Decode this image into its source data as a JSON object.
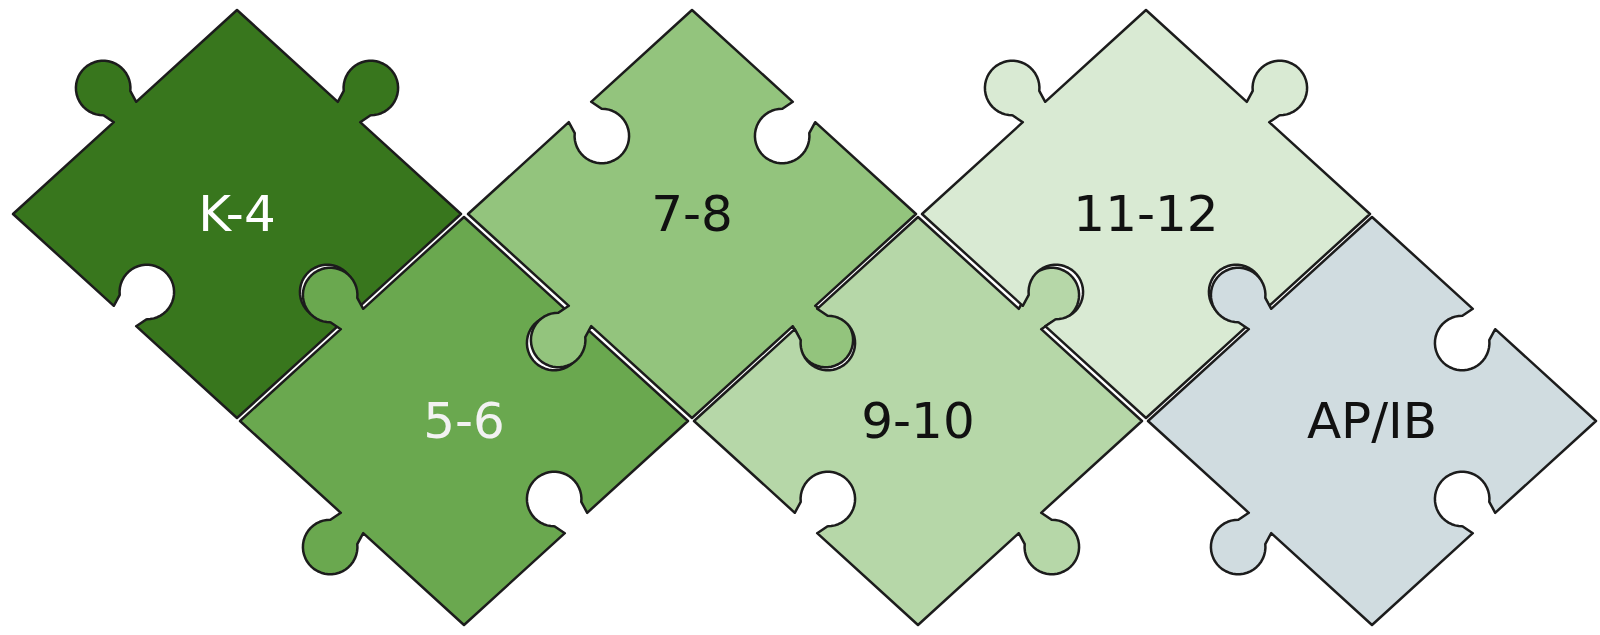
{
  "diagram": {
    "nodes": [
      {
        "text": [
          "K-4"
        ]
      },
      {
        "text": [
          "5-6"
        ]
      },
      {
        "text": [
          "7-8"
        ]
      },
      {
        "text": [
          "9-10"
        ]
      },
      {
        "text": [
          "11-12"
        ]
      },
      {
        "text": [
          "AP/IB"
        ]
      }
    ]
  }
}
